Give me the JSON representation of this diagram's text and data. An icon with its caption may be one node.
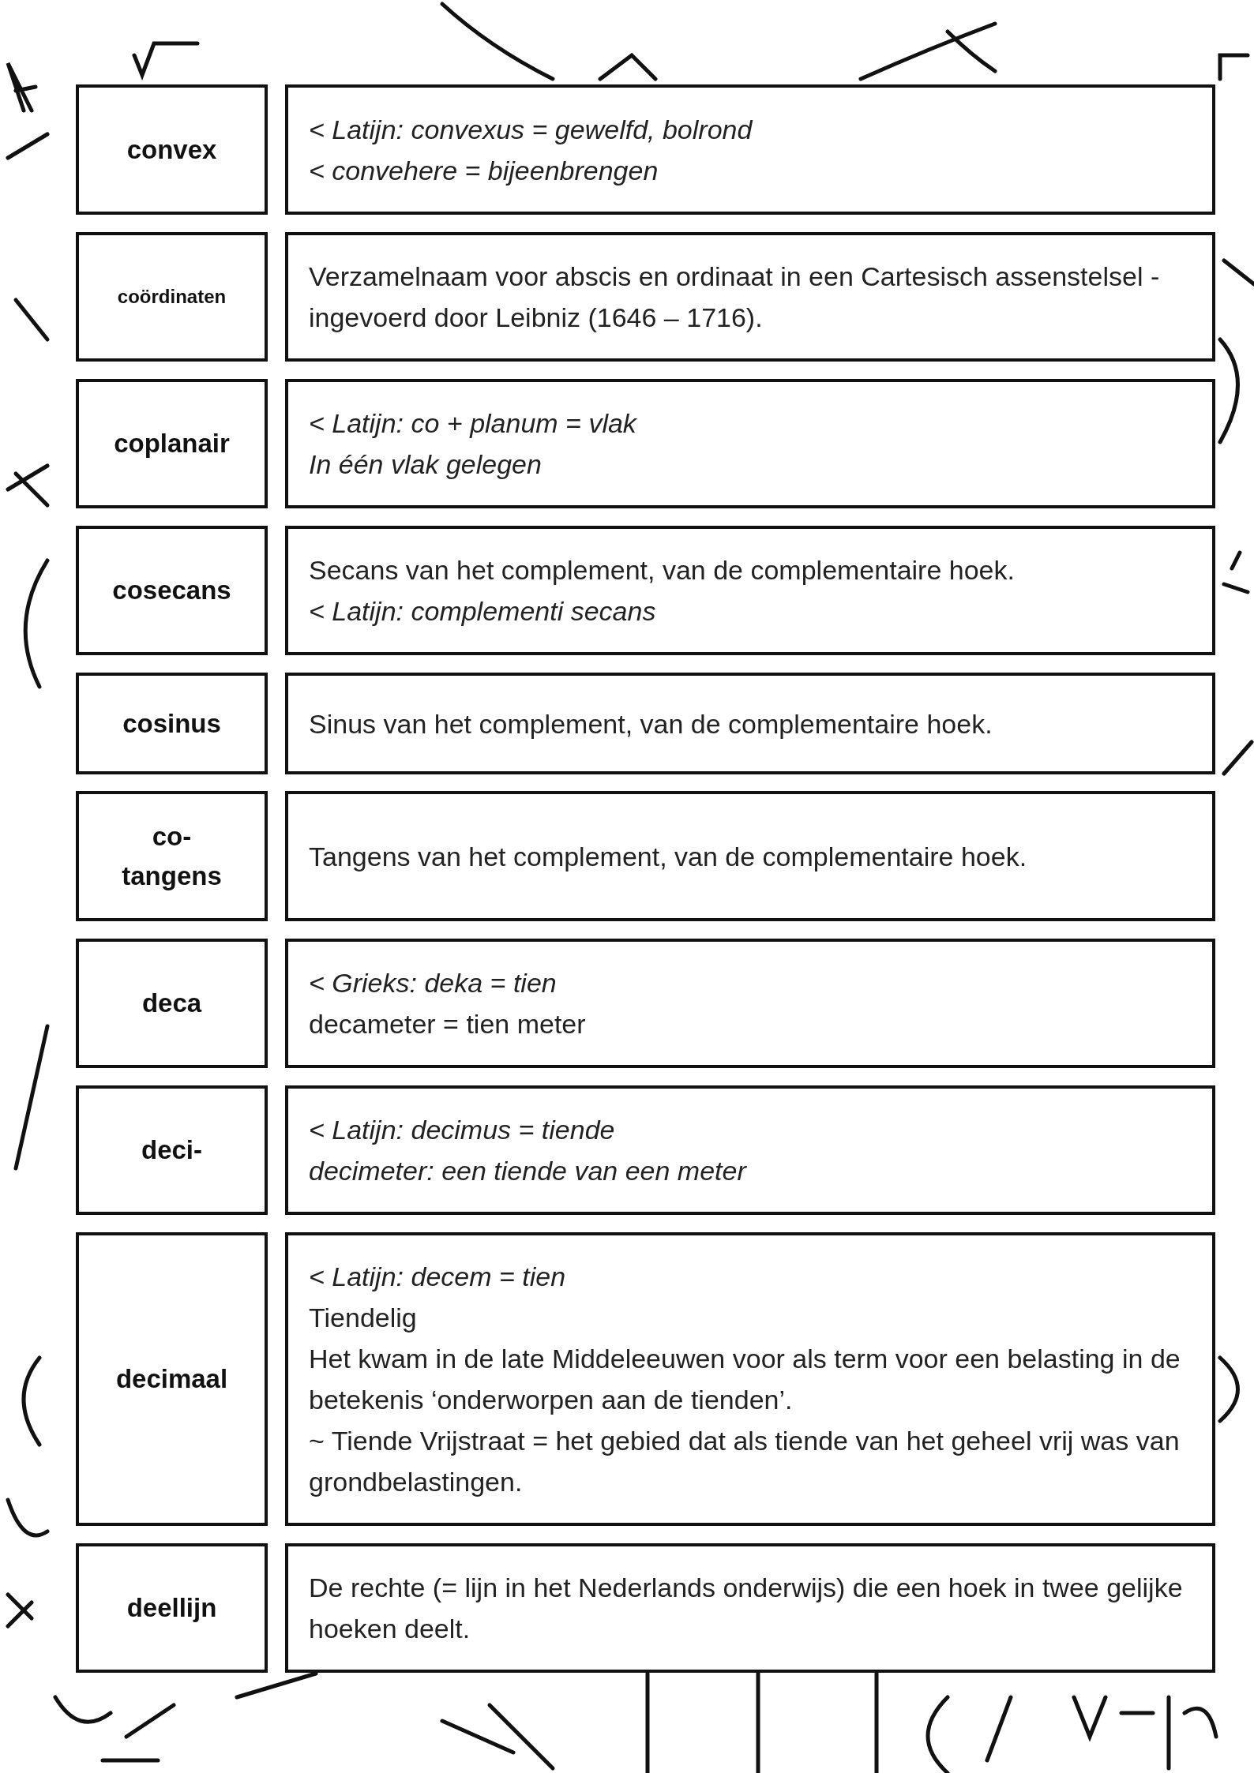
{
  "diagram": {
    "nodes": [
      {
        "text": [
          "convex"
        ]
      },
      {
        "text": [
          "*< Latijn: convexus = gewelfd, bolrond*",
          "*< convehere = bijeenbrengen*"
        ]
      },
      {
        "text": [
          "coördinaten"
        ]
      },
      {
        "text": [
          "Verzamelnaam voor abscis en ordinaat in een Cartesisch assenstelsel - ingevoerd door Leibniz (1646 – 1716)."
        ]
      },
      {
        "text": [
          "coplanair"
        ]
      },
      {
        "text": [
          "*< Latijn: co + planum = vlak*",
          "*In één vlak gelegen*"
        ]
      },
      {
        "text": [
          "cosecans"
        ]
      },
      {
        "text": [
          "Secans van het complement, van de complementaire hoek.",
          "*< Latijn: complementi secans*"
        ]
      },
      {
        "text": [
          "cosinus"
        ]
      },
      {
        "text": [
          "Sinus van het complement, van de complementaire hoek."
        ]
      },
      {
        "text": [
          "co- tangens"
        ]
      },
      {
        "text": [
          "Tangens van het complement, van de complementaire hoek."
        ]
      },
      {
        "text": [
          "deca"
        ]
      },
      {
        "text": [
          "*< Grieks: deka = tien*",
          "decameter = tien meter"
        ]
      },
      {
        "text": [
          "deci-"
        ]
      },
      {
        "text": [
          "*< Latijn: decimus = tiende*",
          "*decimeter: een tiende van een meter*"
        ]
      },
      {
        "text": [
          "decimaal"
        ]
      },
      {
        "text": [
          "*< Latijn: decem = tien*",
          "Tiendelig",
          "Het kwam in de late Middeleeuwen voor als term voor een belasting in de betekenis ‘onderworpen aan de tienden’.",
          "~ Tiende Vrijstraat = het gebied dat als tiende van het geheel vrij was van grondbelastingen."
        ]
      },
      {
        "text": [
          "deellijn"
        ]
      },
      {
        "text": [
          "De rechte (= lijn in het Nederlands onderwijs) die een hoek in twee gelijke hoeken deelt."
        ]
      }
    ]
  }
}
